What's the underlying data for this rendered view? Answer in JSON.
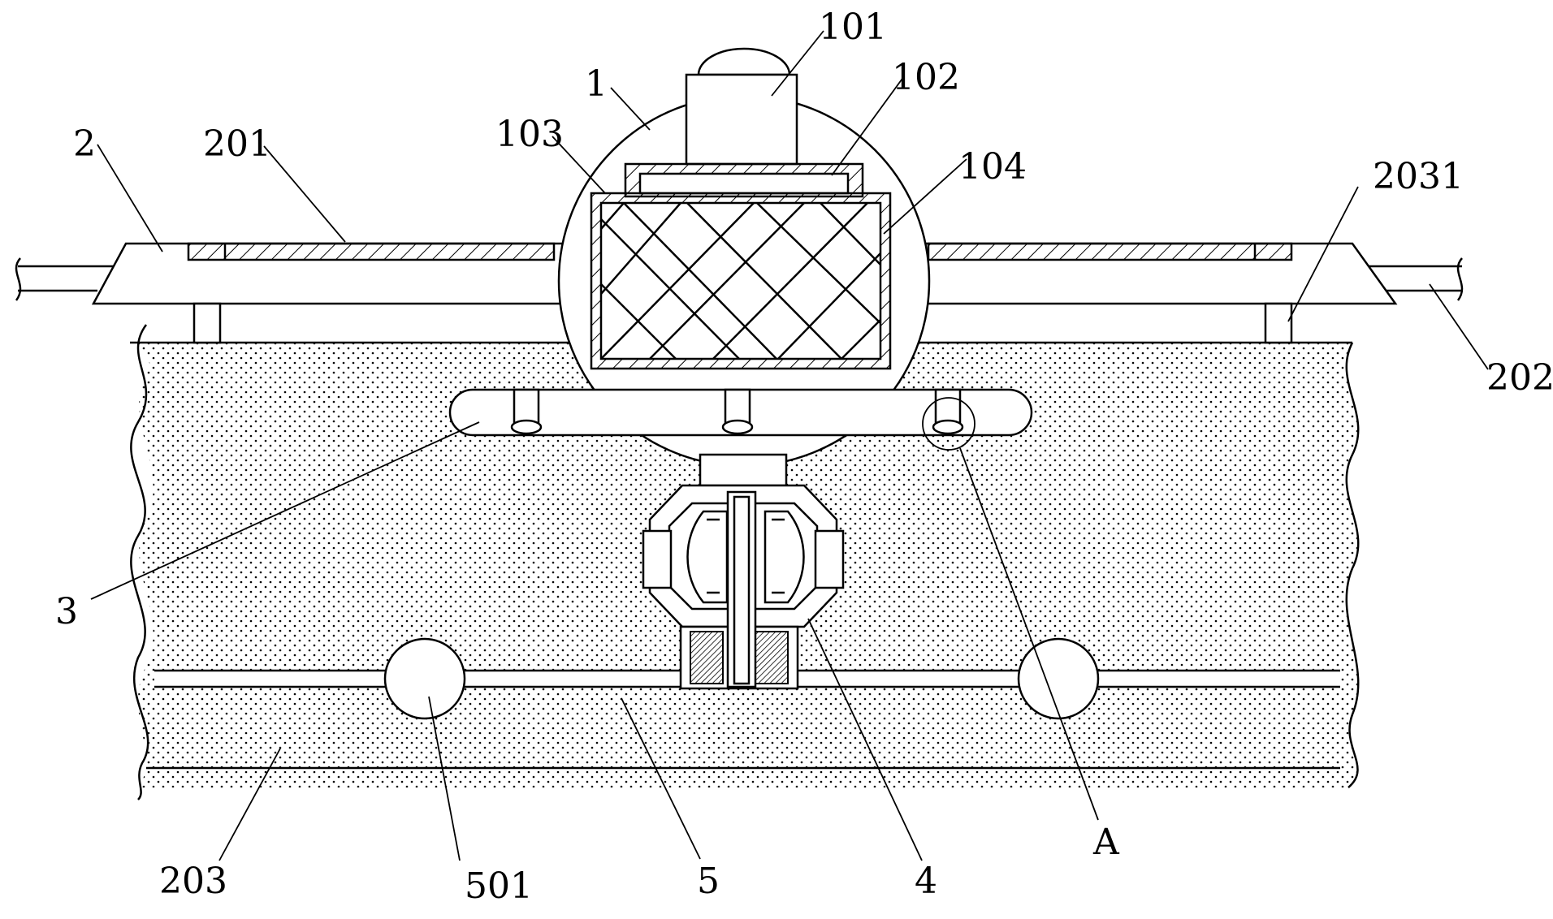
{
  "labels": {
    "l1": "1",
    "l101": "101",
    "l102": "102",
    "l103": "103",
    "l104": "104",
    "l2": "2",
    "l201": "201",
    "l202": "202",
    "l2031": "2031",
    "l203": "203",
    "l3": "3",
    "l4": "4",
    "l5": "5",
    "l501": "501",
    "lA": "A"
  }
}
